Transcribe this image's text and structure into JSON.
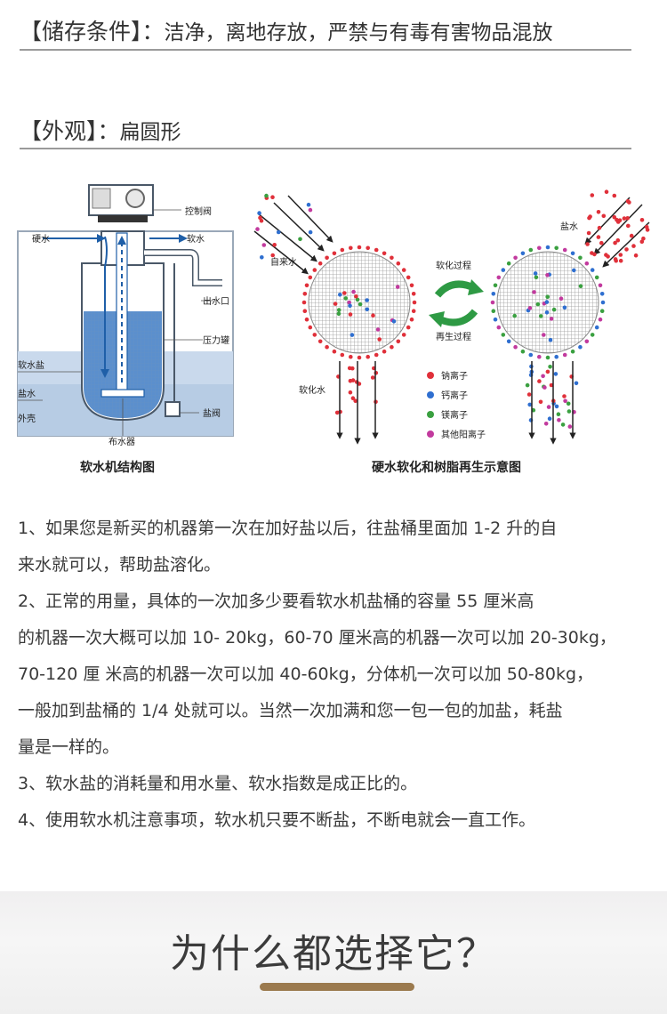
{
  "specs": {
    "storage": {
      "key": "【储存条件】：",
      "value": "洁净，离地存放，严禁与有毒有害物品混放"
    },
    "appearance": {
      "key": "【外观】：",
      "value": "扁圆形"
    }
  },
  "diagram_left": {
    "caption": "软水机结构图",
    "labels": {
      "control_valve": "控制阀",
      "hard_water": "硬水",
      "soft_water": "软水",
      "outlet": "出水口",
      "pressure_tank": "压力罐",
      "soft_salt": "软水盐",
      "brine": "盐水",
      "shell": "外壳",
      "salt_valve": "盐阀",
      "distributor": "布水器"
    }
  },
  "diagram_right": {
    "caption": "硬水软化和树脂再生示意图",
    "labels": {
      "tap_water": "自来水",
      "brine": "盐水",
      "softening": "软化过程",
      "regeneration": "再生过程",
      "soft_water": "软化水"
    },
    "legend": [
      {
        "label": "钠离子",
        "color": "#e0303a"
      },
      {
        "label": "钙离子",
        "color": "#2f6fd0"
      },
      {
        "label": "镁离子",
        "color": "#3aa040"
      },
      {
        "label": "其他阳离子",
        "color": "#c23a9e"
      }
    ],
    "arrow_color": "#2e9a44"
  },
  "paragraphs": [
    "1、如果您是新买的机器第一次在加好盐以后，往盐桶里面加 1-2 升的自",
    "来水就可以，帮助盐溶化。",
    "2、正常的用量，具体的一次加多少要看软水机盐桶的容量 55 厘米高",
    "的机器一次大概可以加 10- 20kg，60-70 厘米高的机器一次可以加 20-30kg，",
    "70-120 厘 米高的机器一次可以加 40-60kg，分体机一次可以加 50-80kg，",
    "一般加到盐桶的 1/4 处就可以。当然一次加满和您一包一包的加盐，耗盐",
    "量是一样的。",
    "3、软水盐的消耗量和用水量、软水指数是成正比的。",
    "4、使用软水机注意事项，软水机只要不断盐，不断电就会一直工作。"
  ],
  "footer": {
    "title": "为什么都选择它？",
    "accent": "#9b7a4e"
  }
}
